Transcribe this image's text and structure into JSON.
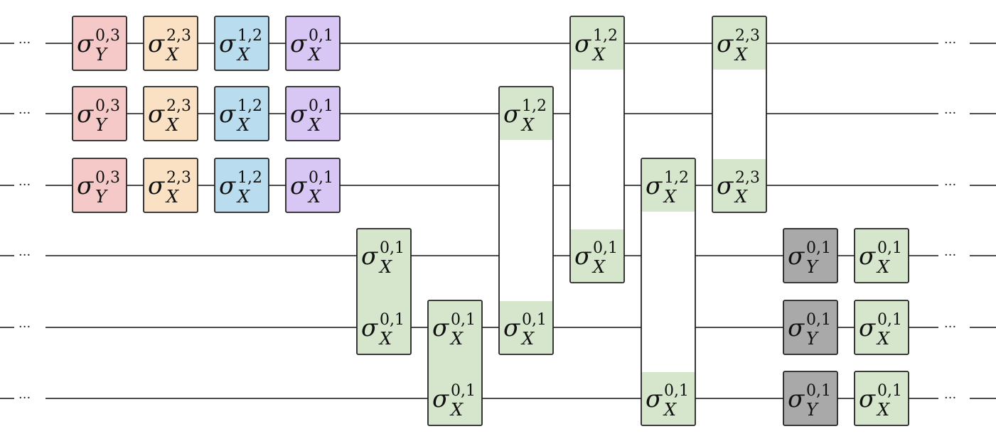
{
  "ellipsis": "···",
  "colors": {
    "red": "#f6c9c9",
    "orange": "#fbe1c4",
    "blue": "#b9dcef",
    "purple": "#d8c6f4",
    "green": "#d6e6cc",
    "gray": "#a9a9a9"
  },
  "gates": [
    {
      "col": 0,
      "wire": 0,
      "color": "red",
      "symbol": "σ",
      "sub": "Y",
      "sup": "0,3"
    },
    {
      "col": 1,
      "wire": 0,
      "color": "orange",
      "symbol": "σ",
      "sub": "X",
      "sup": "2,3"
    },
    {
      "col": 2,
      "wire": 0,
      "color": "blue",
      "symbol": "σ",
      "sub": "X",
      "sup": "1,2"
    },
    {
      "col": 3,
      "wire": 0,
      "color": "purple",
      "symbol": "σ",
      "sub": "X",
      "sup": "0,1"
    },
    {
      "col": 0,
      "wire": 1,
      "color": "red",
      "symbol": "σ",
      "sub": "Y",
      "sup": "0,3"
    },
    {
      "col": 1,
      "wire": 1,
      "color": "orange",
      "symbol": "σ",
      "sub": "X",
      "sup": "2,3"
    },
    {
      "col": 2,
      "wire": 1,
      "color": "blue",
      "symbol": "σ",
      "sub": "X",
      "sup": "1,2"
    },
    {
      "col": 3,
      "wire": 1,
      "color": "purple",
      "symbol": "σ",
      "sub": "X",
      "sup": "0,1"
    },
    {
      "col": 0,
      "wire": 2,
      "color": "red",
      "symbol": "σ",
      "sub": "Y",
      "sup": "0,3"
    },
    {
      "col": 1,
      "wire": 2,
      "color": "orange",
      "symbol": "σ",
      "sub": "X",
      "sup": "2,3"
    },
    {
      "col": 2,
      "wire": 2,
      "color": "blue",
      "symbol": "σ",
      "sub": "X",
      "sup": "1,2"
    },
    {
      "col": 3,
      "wire": 2,
      "color": "purple",
      "symbol": "σ",
      "sub": "X",
      "sup": "0,1"
    },
    {
      "col": 10,
      "wire": 3,
      "color": "gray",
      "symbol": "σ",
      "sub": "Y",
      "sup": "0,1"
    },
    {
      "col": 11,
      "wire": 3,
      "color": "green",
      "symbol": "σ",
      "sub": "X",
      "sup": "0,1"
    },
    {
      "col": 10,
      "wire": 4,
      "color": "gray",
      "symbol": "σ",
      "sub": "Y",
      "sup": "0,1"
    },
    {
      "col": 11,
      "wire": 4,
      "color": "green",
      "symbol": "σ",
      "sub": "X",
      "sup": "0,1"
    },
    {
      "col": 10,
      "wire": 5,
      "color": "gray",
      "symbol": "σ",
      "sub": "Y",
      "sup": "0,1"
    },
    {
      "col": 11,
      "wire": 5,
      "color": "green",
      "symbol": "σ",
      "sub": "X",
      "sup": "0,1"
    }
  ],
  "two_qubit_gates": [
    {
      "col": 4,
      "wires": [
        3,
        4
      ],
      "color": "green",
      "adjacent": true,
      "ops": [
        {
          "symbol": "σ",
          "sub": "X",
          "sup": "0,1"
        },
        {
          "symbol": "σ",
          "sub": "X",
          "sup": "0,1"
        }
      ]
    },
    {
      "col": 5,
      "wires": [
        4,
        5
      ],
      "color": "green",
      "adjacent": true,
      "ops": [
        {
          "symbol": "σ",
          "sub": "X",
          "sup": "0,1"
        },
        {
          "symbol": "σ",
          "sub": "X",
          "sup": "0,1"
        }
      ]
    },
    {
      "col": 6,
      "wires": [
        1,
        4
      ],
      "color": "green",
      "adjacent": false,
      "ops": [
        {
          "symbol": "σ",
          "sub": "X",
          "sup": "1,2"
        },
        {
          "symbol": "σ",
          "sub": "X",
          "sup": "0,1"
        }
      ]
    },
    {
      "col": 7,
      "wires": [
        0,
        3
      ],
      "color": "green",
      "adjacent": false,
      "ops": [
        {
          "symbol": "σ",
          "sub": "X",
          "sup": "1,2"
        },
        {
          "symbol": "σ",
          "sub": "X",
          "sup": "0,1"
        }
      ]
    },
    {
      "col": 8,
      "wires": [
        2,
        5
      ],
      "color": "green",
      "adjacent": false,
      "ops": [
        {
          "symbol": "σ",
          "sub": "X",
          "sup": "1,2"
        },
        {
          "symbol": "σ",
          "sub": "X",
          "sup": "0,1"
        }
      ]
    },
    {
      "col": 9,
      "wires": [
        0,
        2
      ],
      "color": "green",
      "adjacent": false,
      "ops": [
        {
          "symbol": "σ",
          "sub": "X",
          "sup": "2,3"
        },
        {
          "symbol": "σ",
          "sub": "X",
          "sup": "2,3"
        }
      ]
    }
  ]
}
